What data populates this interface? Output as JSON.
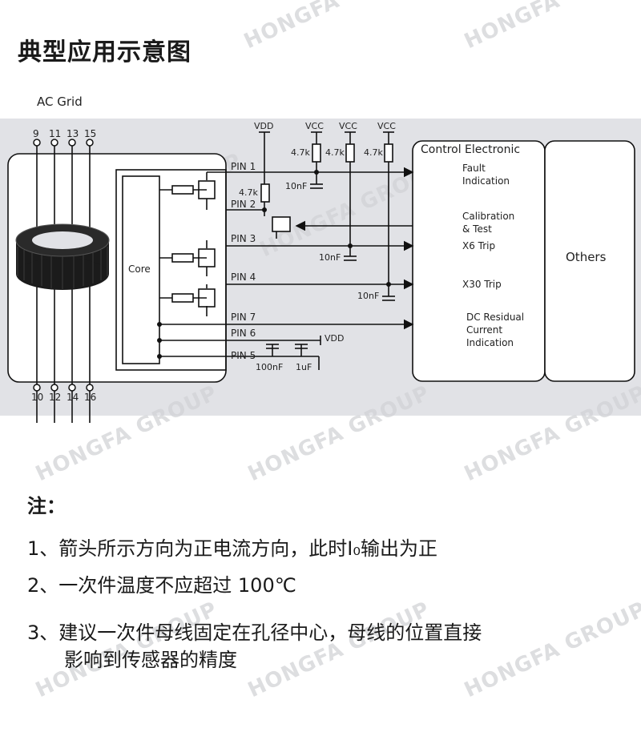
{
  "page_title": "典型应用示意图",
  "watermark": "HONGFA GROUP",
  "diagram": {
    "ac_grid": "AC Grid",
    "top_pins": [
      "9",
      "11",
      "13",
      "15"
    ],
    "bottom_pins": [
      "10",
      "12",
      "14",
      "16"
    ],
    "core": "Core",
    "pins": [
      "PIN 1",
      "PIN 2",
      "PIN 3",
      "PIN 4",
      "PIN 7",
      "PIN 6",
      "PIN 5"
    ],
    "vdd": "VDD",
    "vcc": "VCC",
    "r47k": "4.7k",
    "c10nf": "10nF",
    "c100nf": "100nF",
    "c1uf": "1uF",
    "control_title": "Control Electronic",
    "fault": [
      "Fault",
      "Indication"
    ],
    "calibration": [
      "Calibration",
      "& Test"
    ],
    "x6": "X6 Trip",
    "x30": "X30 Trip",
    "dc_residual": [
      "DC Residual",
      "Current",
      "Indication"
    ],
    "others": "Others"
  },
  "notes": {
    "heading": "注：",
    "items": [
      {
        "num": "1、",
        "text": "箭头所示方向为正电流方向，此时I₀输出为正"
      },
      {
        "num": "2、",
        "text": "一次件温度不应超过 100℃"
      },
      {
        "num": "3、",
        "text": "建议一次件母线固定在孔径中心，母线的位置直接",
        "cont": "影响到传感器的精度"
      }
    ]
  }
}
